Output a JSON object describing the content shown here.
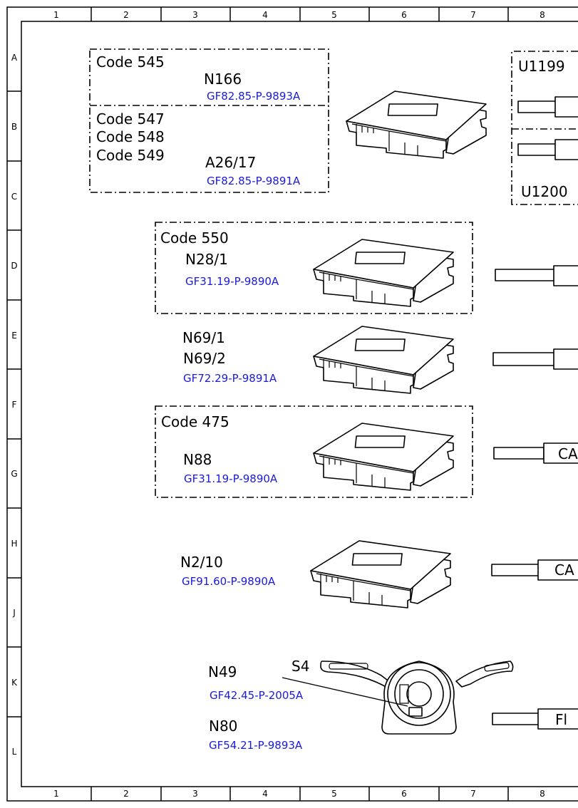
{
  "grid": {
    "columns": [
      "1",
      "2",
      "3",
      "4",
      "5",
      "6",
      "7",
      "8"
    ],
    "rows": [
      "A",
      "B",
      "C",
      "D",
      "E",
      "F",
      "G",
      "H",
      "J",
      "K",
      "L"
    ]
  },
  "groups": {
    "code545": "Code 545",
    "code547": "Code 547",
    "code548": "Code 548",
    "code549": "Code 549",
    "code550": "Code 550",
    "code475": "Code 475"
  },
  "components": {
    "n166": {
      "label": "N166",
      "ref": "GF82.85-P-9893A"
    },
    "a26_17": {
      "label": "A26/17",
      "ref": "GF82.85-P-9891A"
    },
    "n28_1": {
      "label": "N28/1",
      "ref": "GF31.19-P-9890A"
    },
    "n69": {
      "label1": "N69/1",
      "label2": "N69/2",
      "ref": "GF72.29-P-9891A"
    },
    "n88": {
      "label": "N88",
      "ref": "GF31.19-P-9890A"
    },
    "n2_10": {
      "label": "N2/10",
      "ref": "GF91.60-P-9890A"
    },
    "n49": {
      "label": "N49",
      "ref": "GF42.45-P-2005A"
    },
    "s4": {
      "label": "S4"
    },
    "n80": {
      "label": "N80",
      "ref": "GF54.21-P-9893A"
    }
  },
  "connectors": {
    "u1199": "U1199",
    "u1200": "U1200",
    "ca1": "CA",
    "ca2": "CA",
    "fl": "Fl"
  }
}
